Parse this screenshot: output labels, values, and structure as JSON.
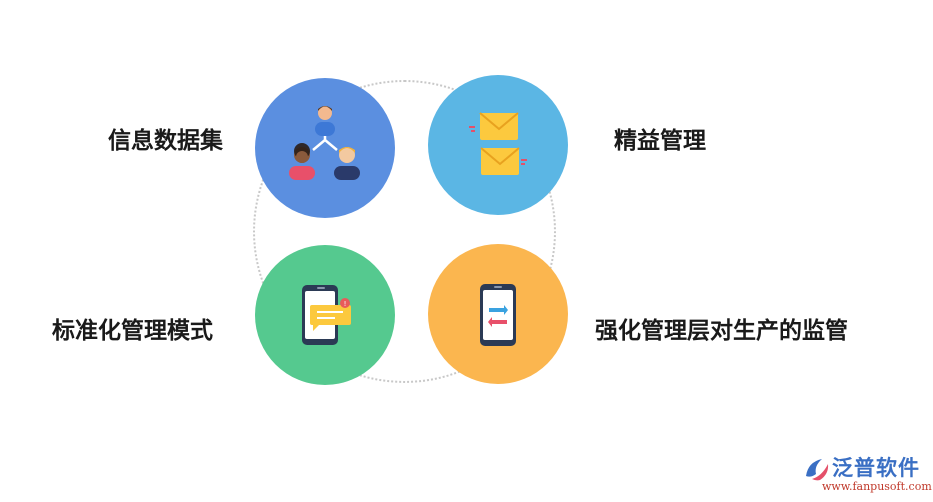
{
  "items": [
    {
      "label": "信息数据集",
      "color": "#5b8fe0",
      "icon": "people-hierarchy-icon"
    },
    {
      "label": "精益管理",
      "color": "#5bb6e4",
      "icon": "envelopes-icon"
    },
    {
      "label": "标准化管理模式",
      "color": "#55c98f",
      "icon": "phone-message-icon"
    },
    {
      "label": "强化管理层对生产的监管",
      "color": "#fbb64f",
      "icon": "phone-transfer-icon"
    }
  ],
  "logo": {
    "brand": "泛普软件",
    "url": "www.fanpusoft.com"
  }
}
